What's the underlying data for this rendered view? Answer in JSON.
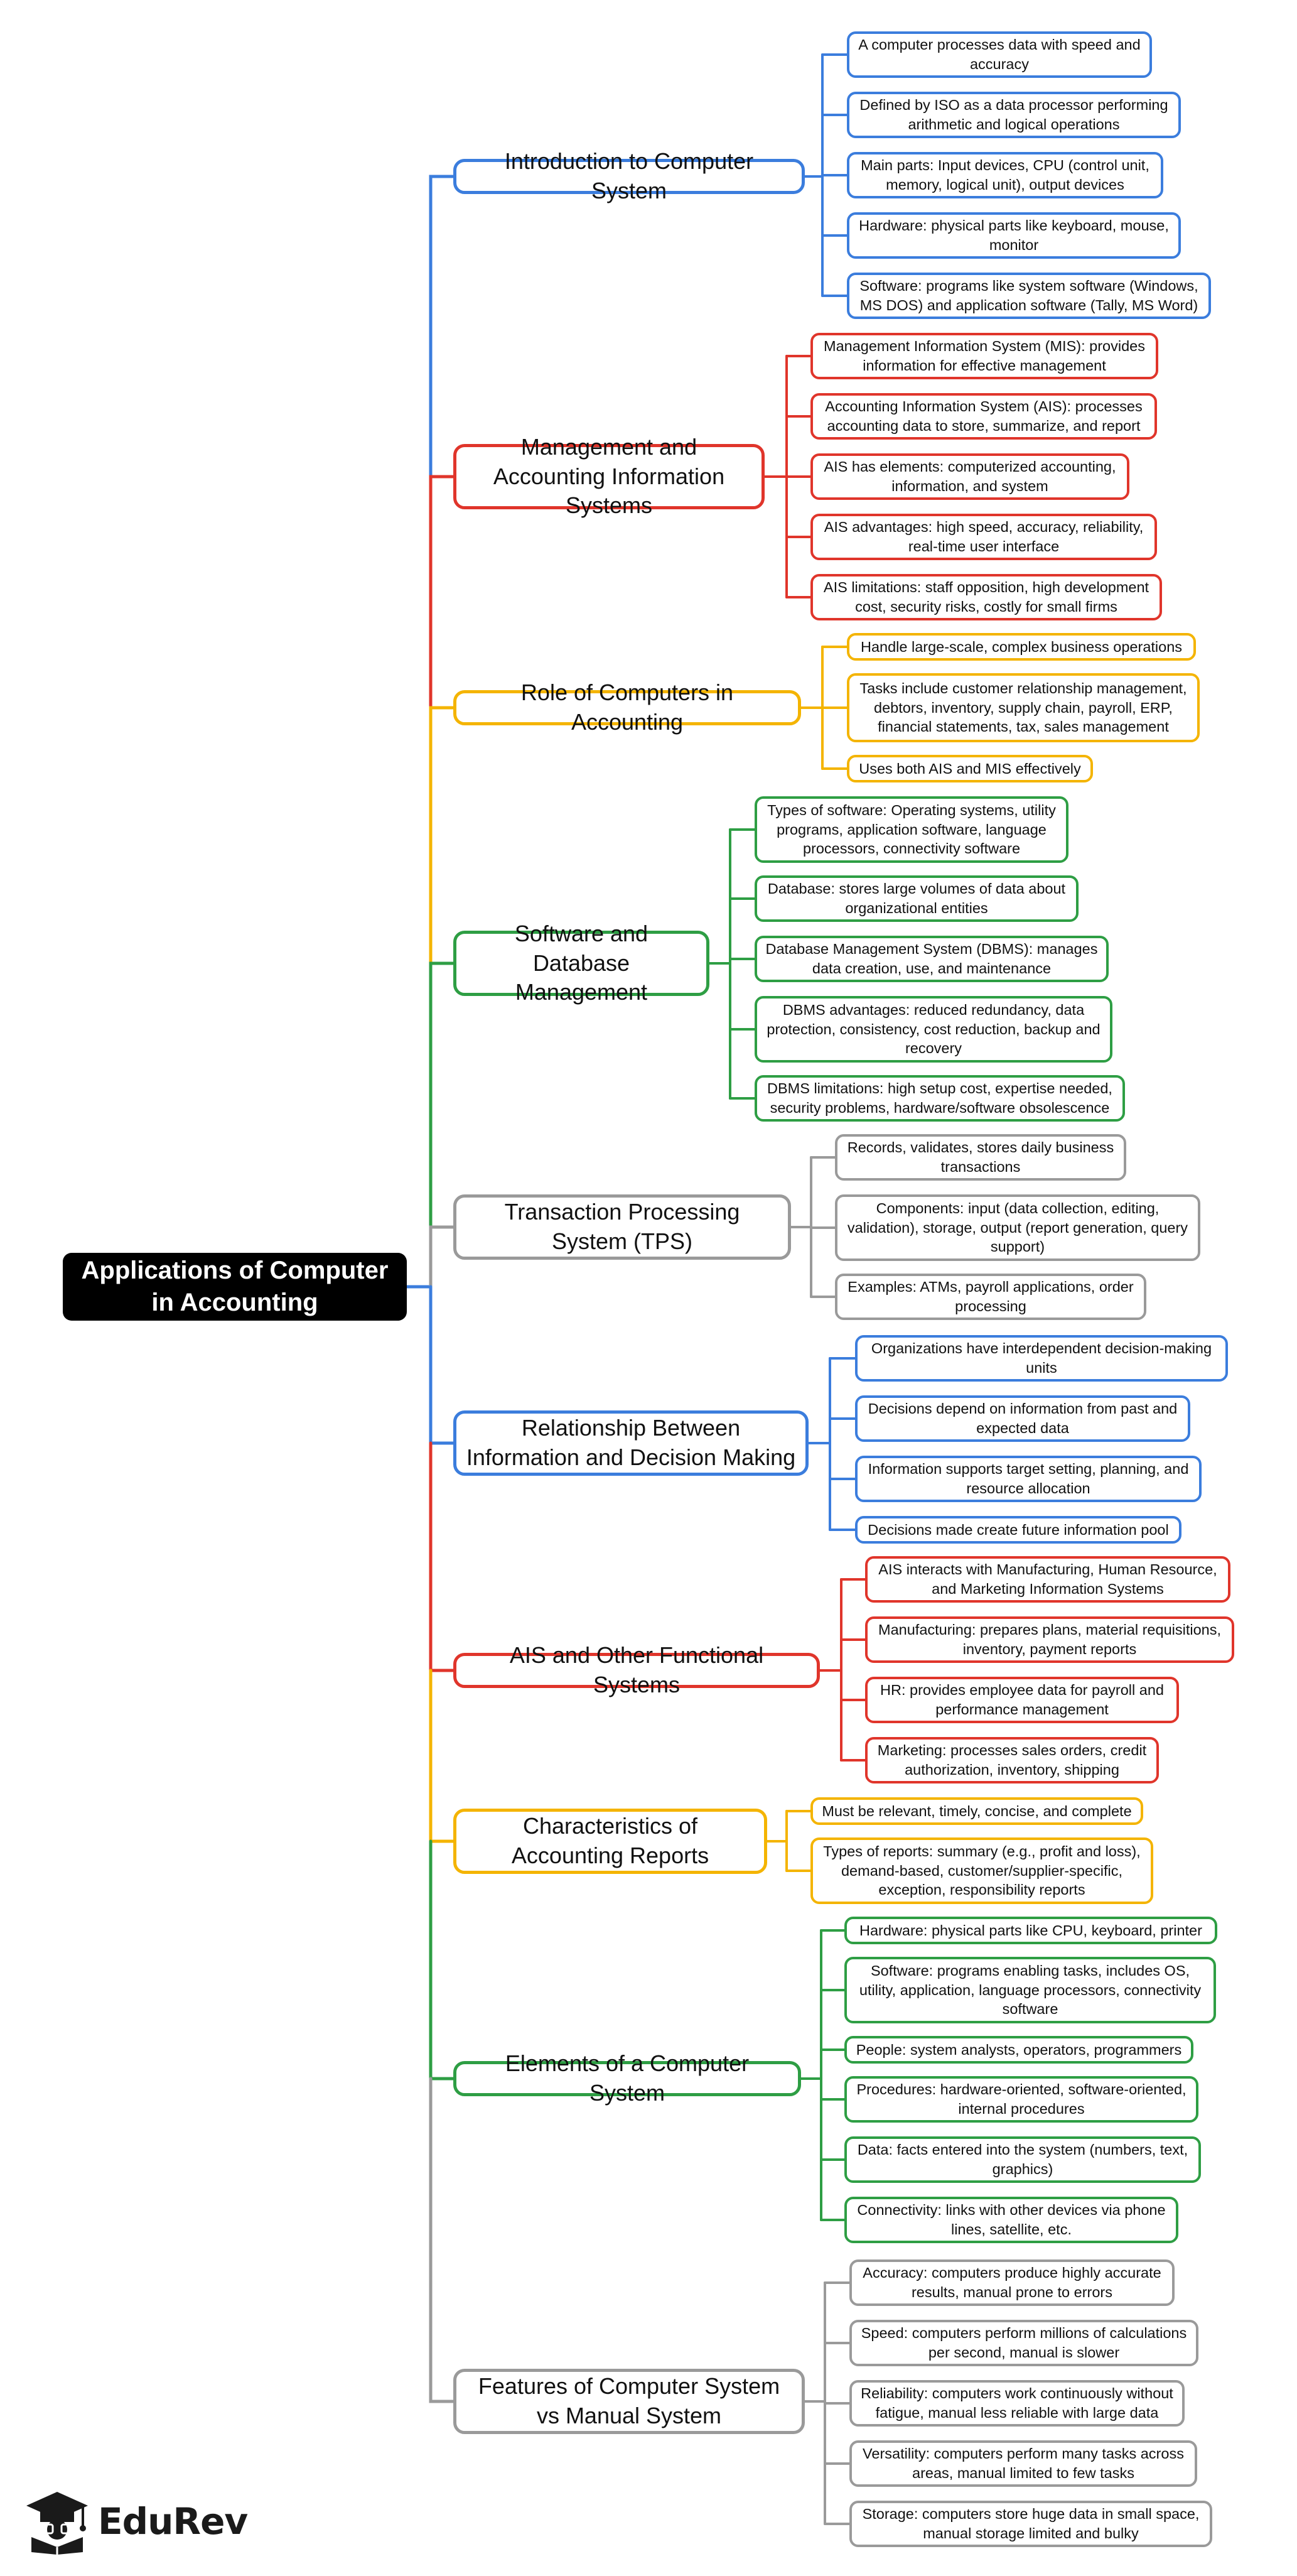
{
  "root": "Applications of Computer in Accounting",
  "colors": {
    "blue": "#3b7ddd",
    "red": "#e0352b",
    "yellow": "#f4b400",
    "green": "#2e9e44",
    "gray": "#9a9a9a"
  },
  "branches": [
    {
      "label": "Introduction to Computer System",
      "color": "blue",
      "children": [
        "A computer processes data with speed and accuracy",
        "Defined by ISO as a data processor performing arithmetic and logical operations",
        "Main parts: Input devices, CPU (control unit, memory, logical unit), output devices",
        "Hardware: physical parts like keyboard, mouse, monitor",
        "Software: programs like system software (Windows, MS DOS) and application software (Tally, MS Word)"
      ]
    },
    {
      "label": "Management and Accounting Information Systems",
      "color": "red",
      "children": [
        "Management Information System (MIS): provides information for effective management",
        "Accounting Information System (AIS): processes accounting data to store, summarize, and report",
        "AIS has elements: computerized accounting, information, and system",
        "AIS advantages: high speed, accuracy, reliability, real-time user interface",
        "AIS limitations: staff opposition, high development cost, security risks, costly for small firms"
      ]
    },
    {
      "label": "Role of Computers in Accounting",
      "color": "yellow",
      "children": [
        "Handle large-scale, complex business operations",
        "Tasks include customer relationship management, debtors, inventory, supply chain, payroll, ERP, financial statements, tax, sales management",
        "Uses both AIS and MIS effectively"
      ]
    },
    {
      "label": "Software and Database Management",
      "color": "green",
      "children": [
        "Types of software: Operating systems, utility programs, application software, language processors, connectivity software",
        "Database: stores large volumes of data about organizational entities",
        "Database Management System (DBMS): manages data creation, use, and maintenance",
        "DBMS advantages: reduced redundancy, data protection, consistency, cost reduction, backup and recovery",
        "DBMS limitations: high setup cost, expertise needed, security problems, hardware/software obsolescence"
      ]
    },
    {
      "label": "Transaction Processing System (TPS)",
      "color": "gray",
      "children": [
        "Records, validates, stores daily business transactions",
        "Components: input (data collection, editing, validation), storage, output (report generation, query support)",
        "Examples: ATMs, payroll applications, order processing"
      ]
    },
    {
      "label": "Relationship Between Information and Decision Making",
      "color": "blue",
      "children": [
        "Organizations have interdependent decision-making units",
        "Decisions depend on information from past and expected data",
        "Information supports target setting, planning, and resource allocation",
        "Decisions made create future information pool"
      ]
    },
    {
      "label": "AIS and Other Functional Systems",
      "color": "red",
      "children": [
        "AIS interacts with Manufacturing, Human Resource, and Marketing Information Systems",
        "Manufacturing: prepares plans, material requisitions, inventory, payment reports",
        "HR: provides employee data for payroll and performance management",
        "Marketing: processes sales orders, credit authorization, inventory, shipping"
      ]
    },
    {
      "label": "Characteristics of Accounting Reports",
      "color": "yellow",
      "children": [
        "Must be relevant, timely, concise, and complete",
        "Types of reports: summary (e.g., profit and loss), demand-based, customer/supplier-specific, exception, responsibility reports"
      ]
    },
    {
      "label": "Elements of a Computer System",
      "color": "green",
      "children": [
        "Hardware: physical parts like CPU, keyboard, printer",
        "Software: programs enabling tasks, includes OS, utility, application, language processors, connectivity software",
        "People: system analysts, operators, programmers",
        "Procedures: hardware-oriented, software-oriented, internal procedures",
        "Data: facts entered into the system (numbers, text, graphics)",
        "Connectivity: links with other devices via phone lines, satellite, etc."
      ]
    },
    {
      "label": "Features of Computer System vs Manual System",
      "color": "gray",
      "children": [
        "Accuracy: computers produce highly accurate results, manual prone to errors",
        "Speed: computers perform millions of calculations per second, manual is slower",
        "Reliability: computers work continuously without fatigue, manual less reliable with large data",
        "Versatility: computers perform many tasks across areas, manual limited to few tasks",
        "Storage: computers store huge data in small space, manual storage limited and bulky"
      ]
    }
  ],
  "logo": {
    "text": "EduRev",
    "icon": "graduation-cap-reader-icon"
  }
}
